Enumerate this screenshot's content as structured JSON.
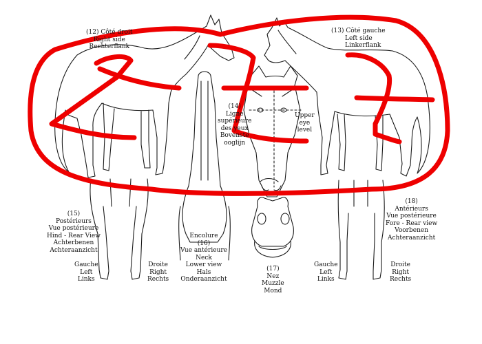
{
  "colors": {
    "line": "#1a1a1a",
    "annotation": "#ee0000",
    "background": "#ffffff"
  },
  "labels": {
    "view12": {
      "number": "(12)",
      "fr": "Côté droit",
      "en": "Right side",
      "nl": "Rechterflank"
    },
    "view13": {
      "number": "(13)",
      "fr": "Côté gauche",
      "en": "Left side",
      "nl": "Linkerflank"
    },
    "view14": {
      "number": "(14)",
      "fr1": "Ligne",
      "fr2": "supérieure",
      "fr3": "des yeux",
      "nl1": "Bovenste",
      "nl2": "ooglijn",
      "en1": "Upper",
      "en2": "eye",
      "en3": "level"
    },
    "view15": {
      "number": "(15)",
      "fr1": "Postérieurs",
      "fr2": "Vue postérieure",
      "en": "Hind - Rear View",
      "nl1": "Achterbenen",
      "nl2": "Achteraanzicht"
    },
    "view15_sides": {
      "left_fr": "Gauche",
      "left_en": "Left",
      "left_nl": "Links",
      "right_fr": "Droite",
      "right_en": "Right",
      "right_nl": "Rechts"
    },
    "view16": {
      "fr1": "Encolure",
      "number": "(16)",
      "fr2": "Vue antérieure",
      "en1": "Neck",
      "en2": "Lower view",
      "nl1": "Hals",
      "nl2": "Onderaanzicht"
    },
    "view17": {
      "number": "(17)",
      "fr": "Nez",
      "en": "Muzzle",
      "nl": "Mond"
    },
    "view18": {
      "number": "(18)",
      "fr1": "Antérieurs",
      "fr2": "Vue postérieure",
      "en": "Fore - Rear view",
      "nl1": "Voorbenen",
      "nl2": "Achteraanzicht"
    },
    "view18_sides": {
      "left_fr": "Gauche",
      "left_en": "Left",
      "left_nl": "Links",
      "right_fr": "Droite",
      "right_en": "Right",
      "right_nl": "Rechts"
    }
  }
}
